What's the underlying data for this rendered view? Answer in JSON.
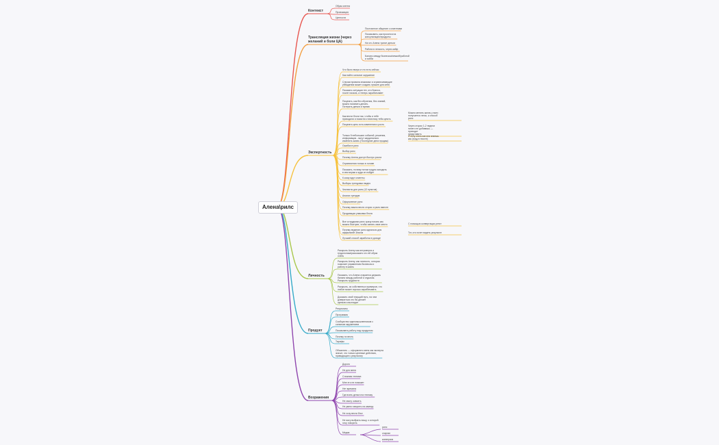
{
  "root": "Алена\\рилс",
  "branches": [
    {
      "label": "Контекст",
      "color": "#e8554e",
      "items": [
        "Образ агента",
        "Провокация",
        "Ценности"
      ]
    },
    {
      "label": "Трансляция жизни (через\nжеланий и боли ЦА)",
      "color": "#f39c3c",
      "items": [
        "Постоянное общение с клиентами",
        "Показывать, как просятся на\nконсультацию/продукты",
        "На что Алена тратит деньги",
        "Работа в легкость, через кайф",
        "Баланс между бизнесом/семьей/работой\nи хобби"
      ]
    },
    {
      "label": "Экспертность",
      "color": "#f6c23e",
      "items": [
        "Что было вчера и что есть сейчас",
        "Как найти сильное окружение",
        "Случаи провала знакомых и ограничивающие\nубеждения может создать лучшее для себя",
        "Показать ситуации тех, кто боялся,\nпосле начала, а теперь зарабатывает",
        "Покупать, как без обучения, без знаний,\nможно начинать делать.\nПотерять деньги и время",
        "Как вести блоги так, чтобы и тебе\nприходили и помогли статистику тебя купить",
        "Покупать цель хоть изменения и рость",
        "Только 5 небольших событий, решения,\nинформация - могут кардинально\nизменить жизнь (Последние дела продаж)",
        "Ошибки в рилс",
        "Выбор рилс",
        "Почему Алена доступ быстро росла",
        "Ограничения только в голове",
        "Показать, почему потом трудно заходить\nв инстаграм и куда он пойдет",
        "К кому идут клиенты",
        "Выборы трендовых видео",
        "Чеклисты для рилс (12 пунктов)",
        "Анализ трендов",
        "Оформление рилс",
        "Почему важно вести сторис и рилс вместе",
        "Продающая упаковка блога",
        "Все сотрудники рилс сразу начать как\nможно быстрее, чтобы занять свое место",
        "Почему ведение рилс идеально для\nаффилиейт-блогов",
        "Лучший способ заработка в доходе"
      ],
      "notes": [
        "Можно менять жизнь у всех\nполучается легко, а способ\nрилс",
        "Через сторис 1-2 недели\nничего не добавишь —\nприходит\nпредставить",
        "Я хочу стать как она знаешь\nкак (труд в тексте)",
        "С помощью конвертации ретит",
        "Тот, кто хочет видеть результат"
      ]
    },
    {
      "label": "Личность",
      "color": "#a8c74a",
      "items": [
        "Раскрыть Алену как интроверта и\nтрудоголика/рассказать что ей образ\nочень",
        "Раскрыть Алену, как личность, которая\nпомогает управлению бизнесом и\nработу в жизнь",
        "Показать, что Алена старается держать\nбаланс между работой и отдыхом.\nРаскрыть трудности",
        "Раскрыть, из собственных примеров, что\nлюбое может хорошо зарабатывать",
        "Доказать свой текущий путь, на чем\nдовериться кто бы делает\nщенков и выглядит"
      ]
    },
    {
      "label": "Продукт",
      "color": "#35aac8",
      "items": [
        "Результаты",
        "Программа",
        "Сообщество единомышленников с\nсильным окружением",
        "Показывать работу над продуктом",
        "Почему та весть",
        "Тарифы",
        "Объяснять — оформлять меня как эксперта\nзначит, что только целевые действия,\nприводящие к результату"
      ]
    },
    {
      "label": "Возражения",
      "color": "#8e44ad",
      "items": [
        "Дорого",
        "Не для меня",
        "Сложная техника",
        "Мне это не поможет",
        "Нет времени",
        "Где взять деньги на технику",
        "Не смогу освоить",
        "Не умею говорить на камеру",
        "Не хочу вести блог",
        "Не могу выбрать нишу, о которой\nхочу говорить",
        "Медиа"
      ],
      "sub": [
        "рилс",
        "стартап",
        "конверсия"
      ]
    }
  ]
}
